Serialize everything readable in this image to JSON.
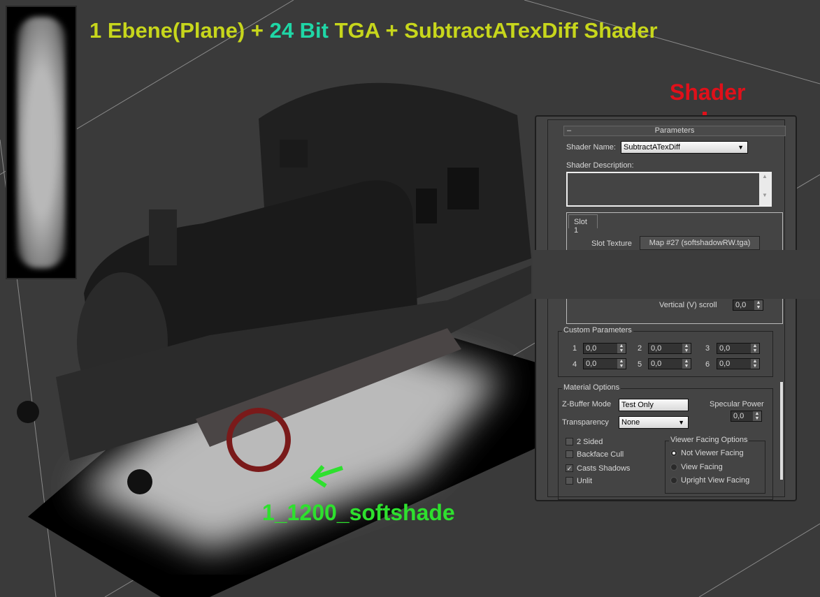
{
  "overlay": {
    "title_part1": "1 Ebene(Plane) + ",
    "title_part2": "24 Bit",
    "title_part3": " TGA + SubtractATexDiff Shader",
    "shader_callout": "Shader",
    "object_label": "1_1200_softshade"
  },
  "panel": {
    "rollout_title": "Parameters",
    "collapse": "–",
    "shader_name_label": "Shader Name:",
    "shader_name_value": "SubtractATexDiff",
    "shader_desc_label": "Shader Description:",
    "slot_tab": "Slot 1",
    "slot_texture_label": "Slot Texture",
    "slot_texture_button": "Map #27 (softshadowRW.tga)",
    "vscroll_label": "Vertical (V) scroll",
    "vscroll_value": "0,0",
    "custom_params_title": "Custom Parameters",
    "custom_params": [
      {
        "n": "1",
        "v": "0,0"
      },
      {
        "n": "2",
        "v": "0,0"
      },
      {
        "n": "3",
        "v": "0,0"
      },
      {
        "n": "4",
        "v": "0,0"
      },
      {
        "n": "5",
        "v": "0,0"
      },
      {
        "n": "6",
        "v": "0,0"
      }
    ],
    "material_options_title": "Material Options",
    "zbuffer_label": "Z-Buffer Mode",
    "zbuffer_value": "Test Only",
    "transparency_label": "Transparency",
    "transparency_value": "None",
    "specular_label": "Specular Power",
    "specular_value": "0,0",
    "checkboxes": [
      {
        "label": "2 Sided",
        "checked": false
      },
      {
        "label": "Backface Cull",
        "checked": false
      },
      {
        "label": "Casts Shadows",
        "checked": true
      },
      {
        "label": "Unlit",
        "checked": false
      }
    ],
    "viewer_facing_title": "Viewer Facing Options",
    "radios": [
      {
        "label": "Not Viewer Facing",
        "selected": true
      },
      {
        "label": "View Facing",
        "selected": false
      },
      {
        "label": "Upright View Facing",
        "selected": false
      }
    ]
  },
  "colors": {
    "title": "#c7d61c",
    "teal": "#1fd6a6",
    "red": "#e0101a",
    "green": "#2ee02e"
  }
}
